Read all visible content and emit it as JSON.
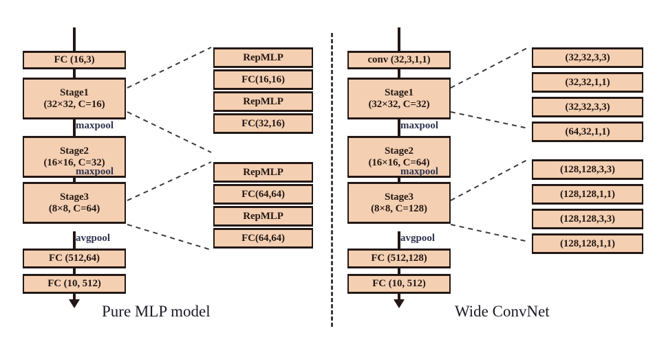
{
  "figure": {
    "type": "neural-network-architecture-diagram",
    "panels": [
      {
        "id": "left",
        "caption": "Pure MLP model",
        "main_blocks": [
          {
            "line1": "FC (16,3)",
            "line2": ""
          },
          {
            "line1": "Stage1",
            "line2": "(32×32, C=16)"
          },
          {
            "line1": "Stage2",
            "line2": "(16×16, C=32)"
          },
          {
            "line1": "Stage3",
            "line2": "(8×8, C=64)"
          },
          {
            "line1": "FC (512,64)",
            "line2": ""
          },
          {
            "line1": "FC (10, 512)",
            "line2": ""
          }
        ],
        "pool_labels": [
          "maxpool",
          "maxpool",
          "avgpool"
        ],
        "detail_groups": [
          {
            "source": "Stage1",
            "items": [
              "RepMLP",
              "FC(16,16)",
              "RepMLP",
              "FC(32,16)"
            ]
          },
          {
            "source": "Stage3",
            "items": [
              "RepMLP",
              "FC(64,64)",
              "RepMLP",
              "FC(64,64)"
            ]
          }
        ]
      },
      {
        "id": "right",
        "caption": "Wide ConvNet",
        "main_blocks": [
          {
            "line1": "conv (32,3,1,1)",
            "line2": ""
          },
          {
            "line1": "Stage1",
            "line2": "(32×32, C=32)"
          },
          {
            "line1": "Stage2",
            "line2": "(16×16, C=64)"
          },
          {
            "line1": "Stage3",
            "line2": "(8×8, C=128)"
          },
          {
            "line1": "FC (512,128)",
            "line2": ""
          },
          {
            "line1": "FC (10, 512)",
            "line2": ""
          }
        ],
        "pool_labels": [
          "maxpool",
          "maxpool",
          "avgpool"
        ],
        "detail_groups": [
          {
            "source": "Stage1",
            "items": [
              "(32,32,3,3)",
              "(32,32,1,1)",
              "(32,32,3,3)",
              "(64,32,1,1)"
            ]
          },
          {
            "source": "Stage3",
            "items": [
              "(128,128,3,3)",
              "(128,128,1,1)",
              "(128,128,3,3)",
              "(128,128,1,1)"
            ]
          }
        ]
      }
    ]
  },
  "colors": {
    "block_fill": "#f4cfb2",
    "block_stroke": "#231815",
    "pool_label": "#2f3550",
    "caption": "#1b1b26",
    "dash": "#3a3a3a",
    "background": "#ffffff"
  }
}
